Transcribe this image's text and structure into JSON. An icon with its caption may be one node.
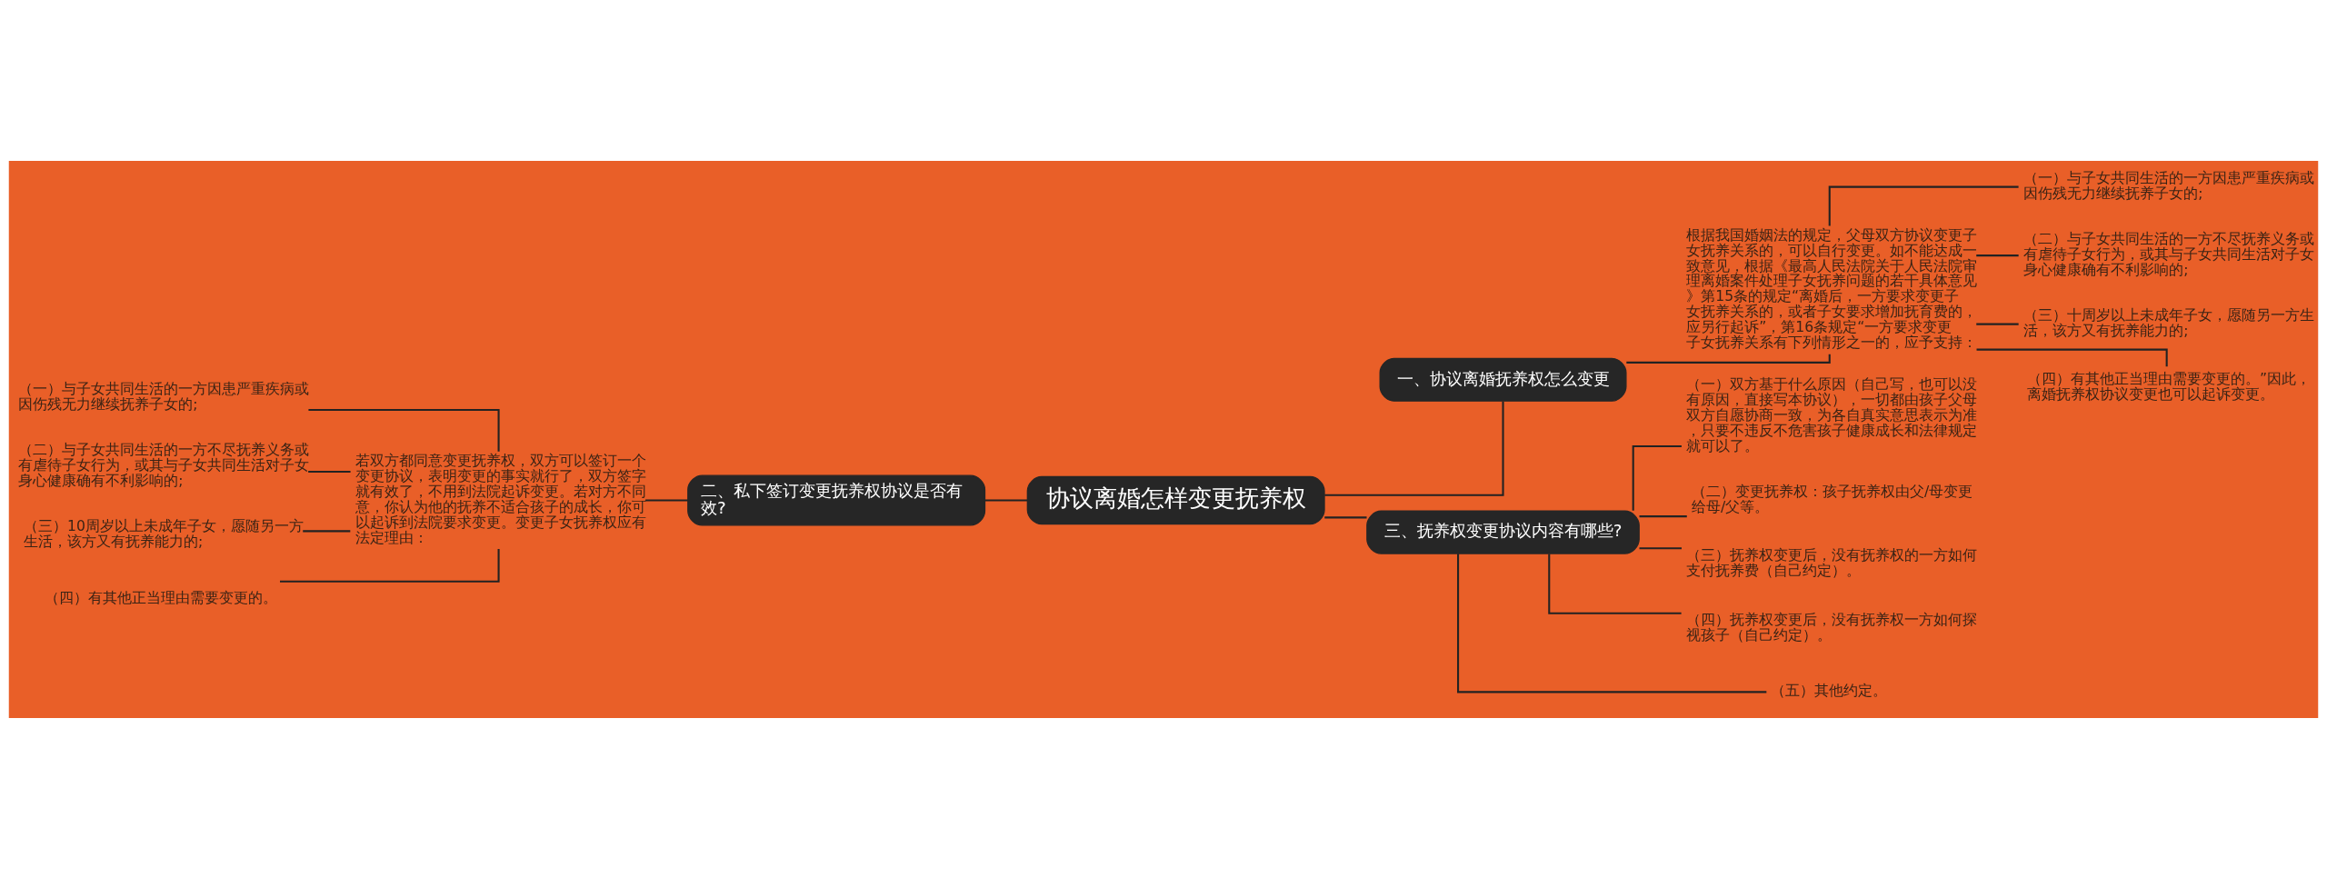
{
  "diagram": {
    "nodes": [
      {
        "text": [
          "协议离婚怎样变更抚养权"
        ]
      },
      {
        "text": [
          "一、协议离婚抚养权怎么变更"
        ]
      },
      {
        "text": [
          "根据我国婚姻法的规定，父母双方协议变更子女抚养关系的，可以自行变更。如不能达成一致意见，根据《最高人民法院关于人民法院审理离婚案件处理子女抚养问题的若干具体意见》第15条的规定“离婚后，一方要求变更子女抚养关系的，或者子女要求增加抚育费的，应另行起诉”，第16条规定“一方要求变更子女抚养关系有下列情形之一的，应予支持："
        ]
      },
      {
        "text": [
          "（一）与子女共同生活的一方因患严重疾病或因伤残无力继续抚养子女的;"
        ]
      },
      {
        "text": [
          "（二）与子女共同生活的一方不尽抚养义务或有虐待子女行为，或其与子女共同生活对子女身心健康确有不利影响的;"
        ]
      },
      {
        "text": [
          "（三）十周岁以上未成年子女，愿随另一方生活，该方又有抚养能力的;"
        ]
      },
      {
        "text": [
          "（四）有其他正当理由需要变更的。”因此，离婚抚养权协议变更也可以起诉变更。"
        ]
      },
      {
        "text": [
          "二、私下签订变更抚养权协议是否有效?"
        ]
      },
      {
        "text": [
          "若双方都同意变更抚养权，双方可以签订一个变更协议，表明变更的事实就行了，双方签字就有效了，不用到法院起诉变更。若对方不同意，你认为他的抚养不适合孩子的成长，你可以起诉到法院要求变更。变更子女抚养权应有法定理由："
        ]
      },
      {
        "text": [
          "（一）与子女共同生活的一方因患严重疾病或因伤残无力继续抚养子女的;"
        ]
      },
      {
        "text": [
          "（二）与子女共同生活的一方不尽抚养义务或有虐待子女行为，或其与子女共同生活对子女身心健康确有不利影响的;"
        ]
      },
      {
        "text": [
          "（三）10周岁以上未成年子女，愿随另一方生活，该方又有抚养能力的;"
        ]
      },
      {
        "text": [
          "（四）有其他正当理由需要变更的。"
        ]
      },
      {
        "text": [
          "三、抚养权变更协议内容有哪些?"
        ]
      },
      {
        "text": [
          "（一）双方基于什么原因（自己写，也可以没有原因，直接写本协议），一切都由孩子父母双方自愿协商一致，为各自真实意思表示为准，只要不违反不危害孩子健康成长和法律规定就可以了。"
        ]
      },
      {
        "text": [
          "（二）变更抚养权：孩子抚养权由父/母变更给母/父等。"
        ]
      },
      {
        "text": [
          "（三）抚养权变更后，没有抚养权的一方如何支付抚养费（自己约定）。"
        ]
      },
      {
        "text": [
          "（四）抚养权变更后，没有抚养权一方如何探视孩子（自己约定）。"
        ]
      },
      {
        "text": [
          "（五）其他约定。"
        ]
      }
    ],
    "edges": [
      {
        "from": 0,
        "to": 1,
        "arrow": "none"
      },
      {
        "from": 1,
        "to": 2,
        "arrow": "none"
      },
      {
        "from": 2,
        "to": 3,
        "arrow": "none"
      },
      {
        "from": 2,
        "to": 4,
        "arrow": "none"
      },
      {
        "from": 2,
        "to": 5,
        "arrow": "none"
      },
      {
        "from": 2,
        "to": 6,
        "arrow": "none"
      },
      {
        "from": 0,
        "to": 7,
        "arrow": "none"
      },
      {
        "from": 7,
        "to": 8,
        "arrow": "none"
      },
      {
        "from": 8,
        "to": 9,
        "arrow": "none"
      },
      {
        "from": 8,
        "to": 10,
        "arrow": "none"
      },
      {
        "from": 8,
        "to": 11,
        "arrow": "none"
      },
      {
        "from": 8,
        "to": 12,
        "arrow": "none"
      },
      {
        "from": 0,
        "to": 13,
        "arrow": "none"
      },
      {
        "from": 13,
        "to": 14,
        "arrow": "none"
      },
      {
        "from": 13,
        "to": 15,
        "arrow": "none"
      },
      {
        "from": 13,
        "to": 16,
        "arrow": "none"
      },
      {
        "from": 13,
        "to": 17,
        "arrow": "none"
      },
      {
        "from": 13,
        "to": 18,
        "arrow": "none"
      }
    ]
  }
}
